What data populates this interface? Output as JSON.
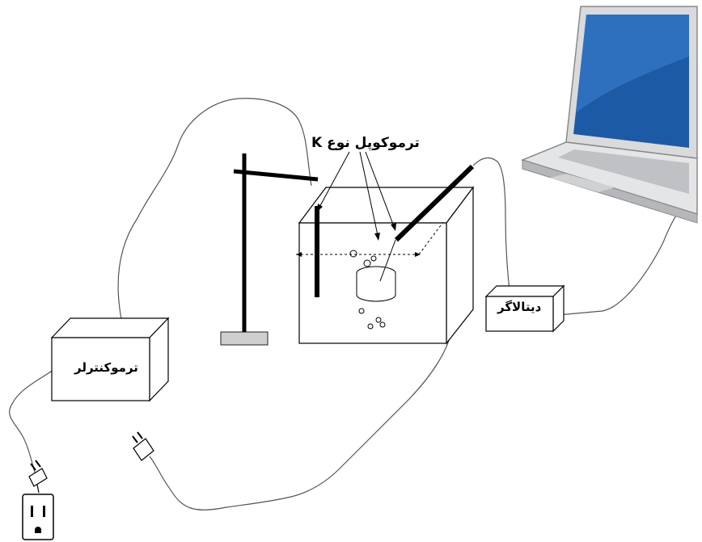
{
  "labels": {
    "thermocouple": "ترموکوپل نوع K",
    "thermocontroller": "ترموکنترلر",
    "datalogger": "دیتالاگر"
  },
  "colors": {
    "line": "#000000",
    "wire": "#555555",
    "base": "#cfcfcf",
    "laptop_body": "#d9dadc",
    "laptop_screen": "#1d5aa6"
  },
  "icons": [
    "stand-icon",
    "beaker-icon",
    "plug-icon",
    "wall-outlet-icon",
    "laptop-icon"
  ]
}
